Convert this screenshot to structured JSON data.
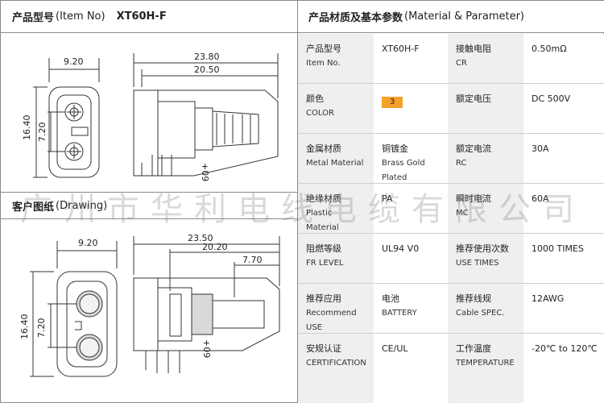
{
  "header": {
    "product_model_zh": "产品型号",
    "product_model_en": "(Item No)",
    "model": "XT60H-F",
    "material_zh": "产品材质及基本参数",
    "material_en": "(Material & Parameter)",
    "drawing_zh": "客户图纸",
    "drawing_en": "(Drawing)"
  },
  "top_drawing": {
    "dim_width": "9.20",
    "dim_height": "16.40",
    "dim_pitch": "7.20",
    "dim_length": "23.80",
    "dim_body": "20.50",
    "mark": "+09"
  },
  "bottom_drawing": {
    "dim_width": "9.20",
    "dim_height": "16.40",
    "dim_pitch": "7.20",
    "dim_length": "23.50",
    "dim_body": "20.20",
    "dim_pin": "7.70",
    "mark": "+09"
  },
  "params": [
    {
      "l1_zh": "产品型号",
      "l1_en": "Item No.",
      "v1": "XT60H-F",
      "l2_zh": "接触电阻",
      "l2_en": "CR",
      "v2": "0.50mΩ"
    },
    {
      "l1_zh": "颜色",
      "l1_en": "COLOR",
      "v1": "3",
      "l2_zh": "额定电压",
      "l2_en": "",
      "v2": "DC 500V"
    },
    {
      "l1_zh": "金属材质",
      "l1_en": "Metal Material",
      "v1_zh": "铜镀金",
      "v1": "Brass Gold Plated",
      "l2_zh": "额定电流",
      "l2_en": "RC",
      "v2": "30A"
    },
    {
      "l1_zh": "绝缘材质",
      "l1_en": "Plastic Material",
      "v1": "PA",
      "l2_zh": "瞬时电流",
      "l2_en": "MC",
      "v2": "60A"
    },
    {
      "l1_zh": "阻燃等级",
      "l1_en": "FR LEVEL",
      "v1": "UL94 V0",
      "l2_zh": "推荐使用次数",
      "l2_en": "USE TIMES",
      "v2": "1000 TIMES"
    },
    {
      "l1_zh": "推荐应用",
      "l1_en": "Recommend USE",
      "v1_zh": "电池",
      "v1": "BATTERY",
      "l2_zh": "推荐线规",
      "l2_en": "Cable SPEC.",
      "v2": "12AWG"
    },
    {
      "l1_zh": "安规认证",
      "l1_en": "CERTIFICATION",
      "v1": "CE/UL",
      "l2_zh": "工作温度",
      "l2_en": "TEMPERATURE",
      "v2": "-20℃ to 120℃"
    }
  ],
  "colors": {
    "chip": "#f4a12a",
    "label_bg": "#efefef",
    "border": "#8a8a8a"
  },
  "watermark": "广州市华利电线电缆有限公司"
}
